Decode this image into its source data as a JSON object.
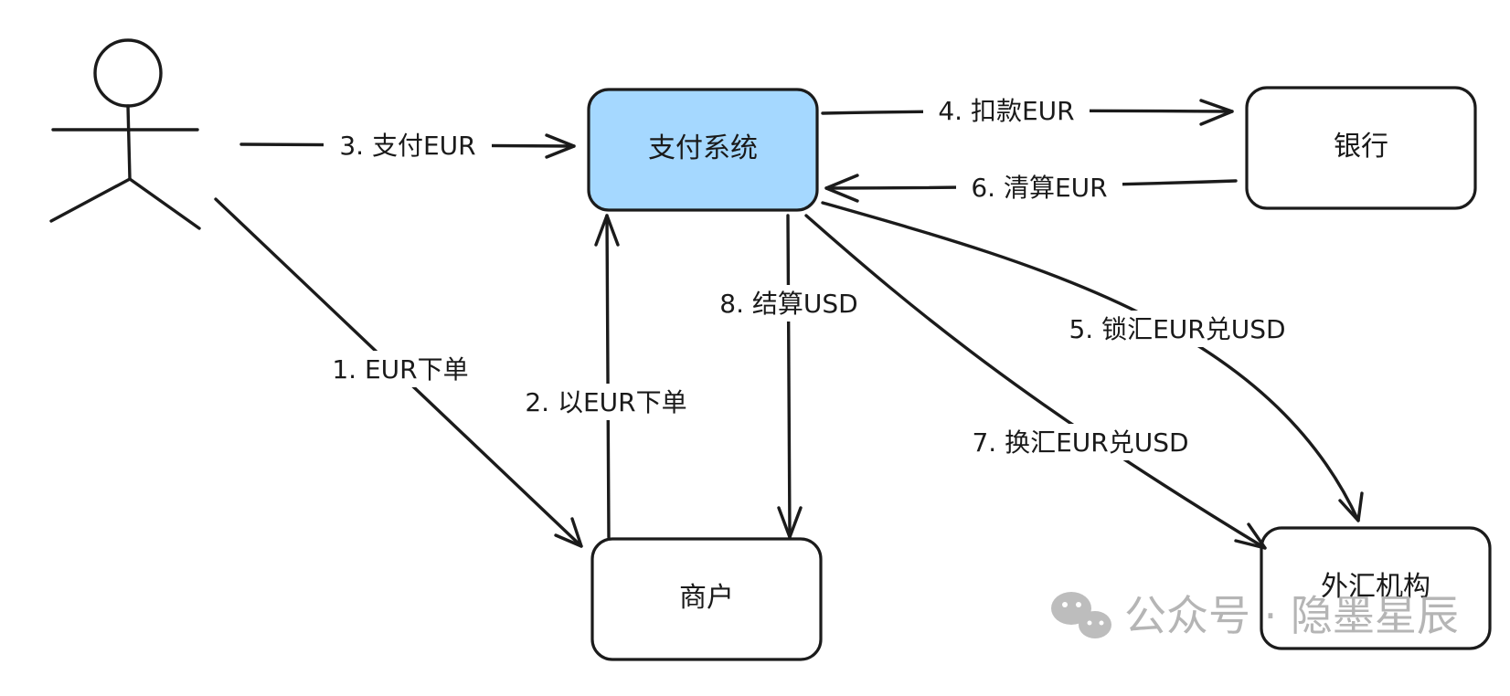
{
  "nodes": {
    "payment_system": {
      "label": "支付系统",
      "fill": "#a5d8ff"
    },
    "bank": {
      "label": "银行"
    },
    "merchant": {
      "label": "商户"
    },
    "fx_institution": {
      "label": "外汇机构"
    }
  },
  "edges": {
    "e1": "1. EUR下单",
    "e2": "2. 以EUR下单",
    "e3": "3. 支付EUR",
    "e4": "4. 扣款EUR",
    "e5": "5. 锁汇EUR兑USD",
    "e6": "6. 清算EUR",
    "e7": "7. 换汇EUR兑USD",
    "e8": "8. 结算USD"
  },
  "watermark": {
    "text": "公众号 · 隐墨星辰",
    "icon": "wechat-icon"
  }
}
